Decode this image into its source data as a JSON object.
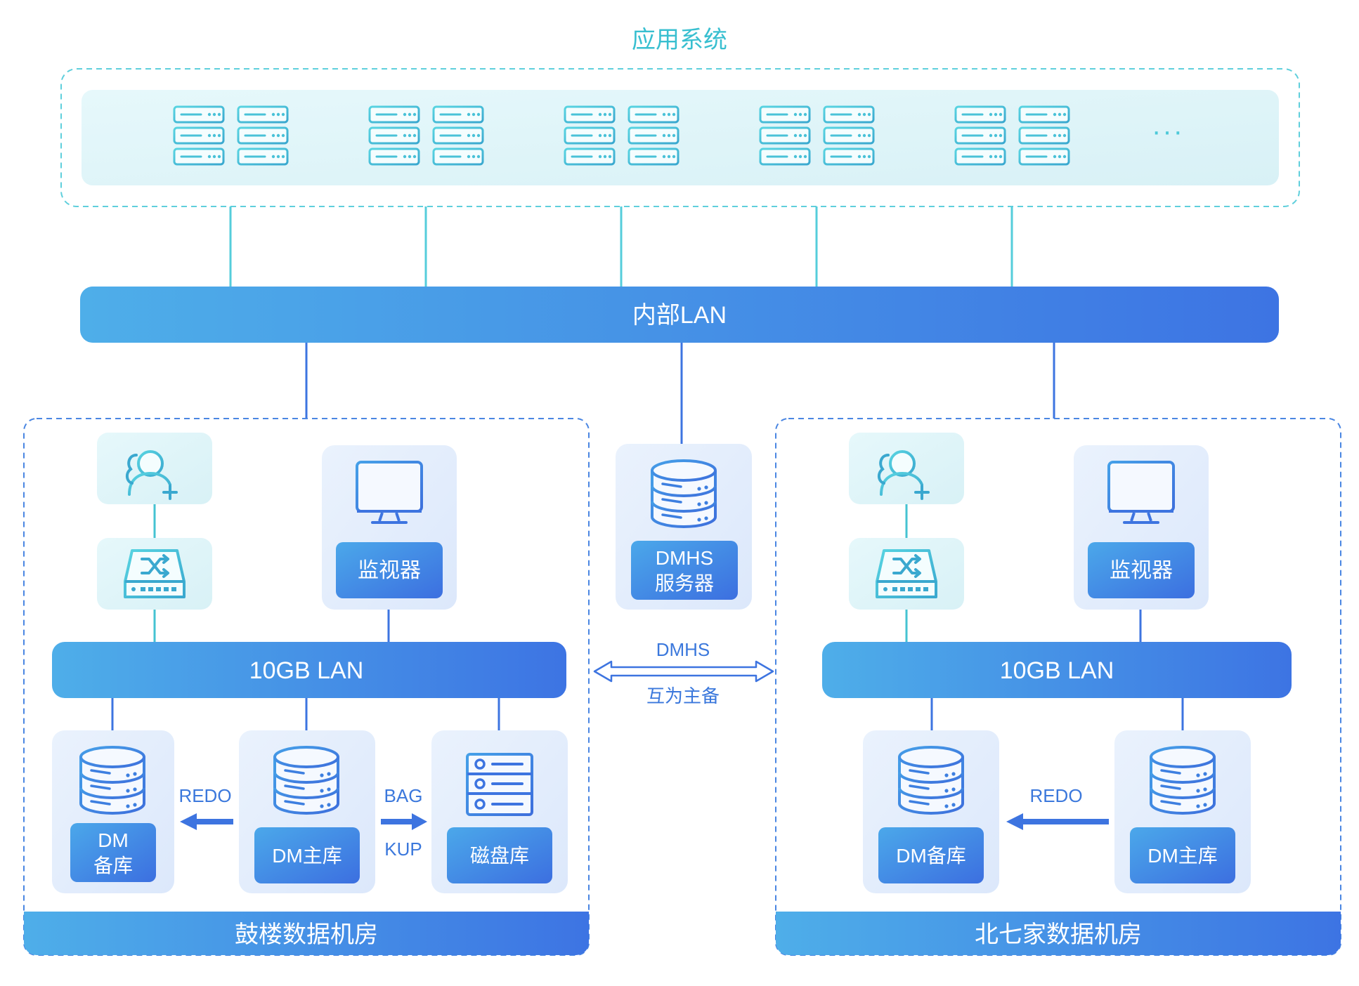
{
  "app_title": "应用系统",
  "app_more": "···",
  "internal_lan": "内部LAN",
  "center": {
    "dmhs_server_line1": "DMHS",
    "dmhs_server_line2": "服务器",
    "link_top": "DMHS",
    "link_bottom": "互为主备"
  },
  "left_dc": {
    "name": "鼓楼数据机房",
    "lan": "10GB LAN",
    "monitor": "监视器",
    "standby_line1": "DM",
    "standby_line2": "备库",
    "primary": "DM主库",
    "disk": "磁盘库",
    "redo": "REDO",
    "bag": "BAG",
    "kup": "KUP"
  },
  "right_dc": {
    "name": "北七家数据机房",
    "lan": "10GB LAN",
    "monitor": "监视器",
    "standby": "DM备库",
    "primary": "DM主库",
    "redo": "REDO"
  },
  "colors": {
    "cyan": "#4cc9d9",
    "blue": "#3f7ee0",
    "label_blue": "#3b78dc",
    "title_cyan": "#38bfd0"
  },
  "icons": [
    "server-rack-icon",
    "user-add-icon",
    "network-switch-icon",
    "monitor-icon",
    "database-icon",
    "disk-array-icon",
    "arrow-left-icon",
    "arrow-right-icon",
    "double-arrow-icon"
  ]
}
